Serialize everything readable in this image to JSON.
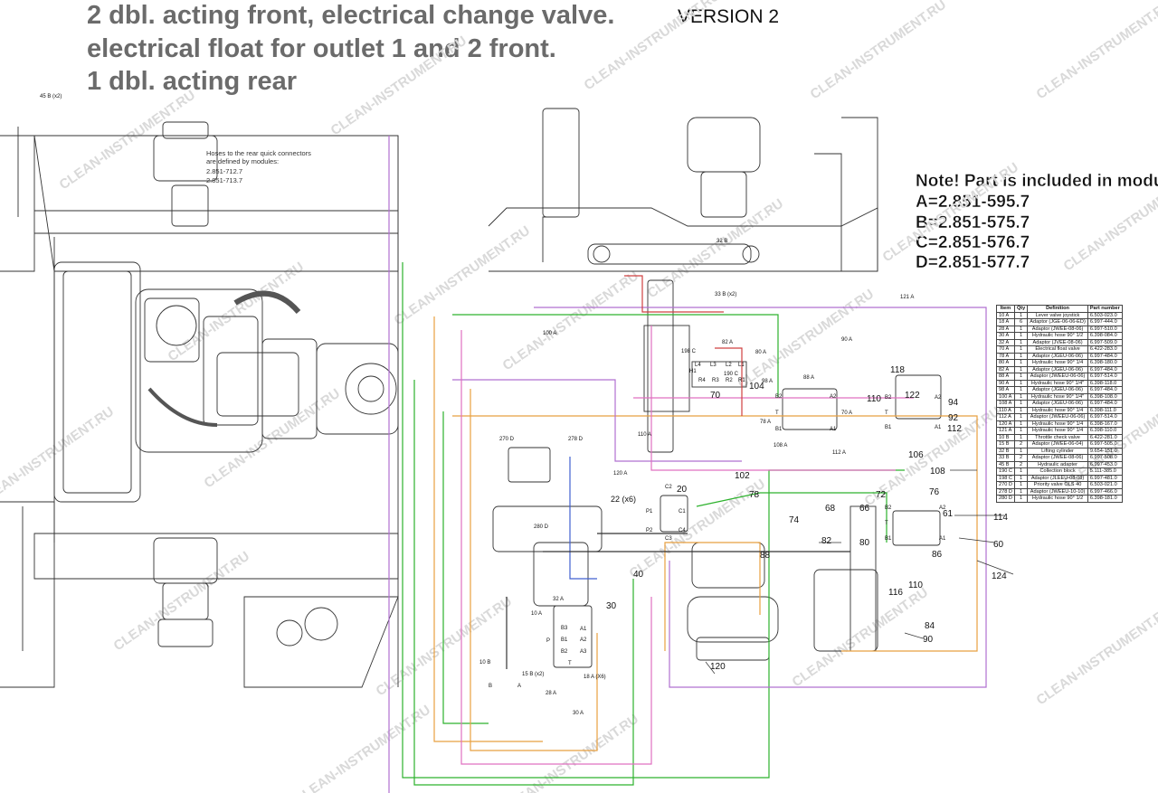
{
  "title": {
    "line1": "2 dbl. acting front, electrical change valve.",
    "line2": "electrical float for outlet 1 and 2 front.",
    "line3": "1 dbl. acting rear",
    "version": "VERSION 2"
  },
  "note": {
    "heading": "Note! Part is included in module:",
    "lines": [
      "A=2.851-595.7",
      "B=2.851-575.7",
      "C=2.851-576.7",
      "D=2.851-577.7"
    ]
  },
  "hose_note": {
    "lines": [
      "Hoses to the rear quick connectors",
      "are defined by modules:",
      "2.851-712.7",
      "2.851-713.7"
    ]
  },
  "watermark": "CLEAN-INSTRUMENT.RU",
  "colors": {
    "green": "#2db22d",
    "orange": "#e8a040",
    "purple": "#b070d0",
    "pink": "#e070c0",
    "blue": "#4060d0",
    "red": "#d04040",
    "line": "#333333",
    "title": "#6b6b6b",
    "watermark": "#d9d9d9"
  },
  "parts_table": {
    "headers": [
      "Item",
      "Qty",
      "Definition",
      "Part number"
    ],
    "rows": [
      [
        "10 A",
        "1",
        "Lever valve joystick",
        "6.503-023.0"
      ],
      [
        "18 A",
        "6",
        "Adaptor (JGE-06-06-ED)",
        "6.997-444.0"
      ],
      [
        "28 A",
        "1",
        "Adaptor (JWEE-08-06)",
        "6.997-510.0"
      ],
      [
        "30 A",
        "1",
        "Hydraulic hose 90° 1/2",
        "6.398-084.0"
      ],
      [
        "32 A",
        "1",
        "Adaptor (JVEE-08-06)",
        "6.997-509.0"
      ],
      [
        "70 A",
        "1",
        "Electrical float valve",
        "6.422-283.0"
      ],
      [
        "78 A",
        "1",
        "Adaptor (JGEU-06-06)",
        "6.997-484.0"
      ],
      [
        "80 A",
        "1",
        "Hydraulic hose 90° 1/4",
        "6.398-180.0"
      ],
      [
        "82 A",
        "1",
        "Adaptor (JGEU-06-06)",
        "6.997-484.0"
      ],
      [
        "88 A",
        "1",
        "Adaptor (JWEEU-06-06)",
        "6.997-514.0"
      ],
      [
        "90 A",
        "1",
        "Hydraulic hose 90° 1/4\"",
        "6.398-118.0"
      ],
      [
        "98 A",
        "1",
        "Adaptor (JGEU-06-06)",
        "6.997-484.0"
      ],
      [
        "100 A",
        "1",
        "Hydraulic hose 90° 1/4\"",
        "6.398-108.0"
      ],
      [
        "108 A",
        "1",
        "Adaptor (JGEU-06-06)",
        "6.997-484.0"
      ],
      [
        "110 A",
        "1",
        "Hydraulic hose 90° 1/4",
        "6.398-111.0"
      ],
      [
        "112 A",
        "1",
        "Adaptor (JWEEU-06-06)",
        "6.997-514.0"
      ],
      [
        "120 A",
        "1",
        "Hydraulic hose 90° 1/4",
        "6.398-167.0"
      ],
      [
        "121 A",
        "1",
        "Hydraulic hose 90° 1/4",
        "6.398-110.0"
      ],
      [
        "10 B",
        "1",
        "Throttle check valve",
        "6.422-281.0"
      ],
      [
        "15 B",
        "2",
        "Adaptor (JWEE-06-04)",
        "6.997-505.0"
      ],
      [
        "32 B",
        "1",
        "Lifting cylinder",
        "9.654-151.0"
      ],
      [
        "33 B",
        "2",
        "Adaptor (JWEE-08-06)",
        "6.997-508.0"
      ],
      [
        "45 B",
        "2",
        "Hydraulic adapter",
        "6.997-453.0"
      ],
      [
        "190 C",
        "1",
        "Collection block",
        "5.111-385.0"
      ],
      [
        "198 C",
        "1",
        "Adaptor (JLEEU-08-08)",
        "6.997-481.0"
      ],
      [
        "270 D",
        "1",
        "Priority valve OLS 40",
        "6.503-021.0"
      ],
      [
        "278 D",
        "1",
        "Adaptor (JWEEU-10-10)",
        "6.997-466.0"
      ],
      [
        "280 D",
        "1",
        "Hydraulic hose 90° 1/2",
        "6.398-181.0"
      ]
    ]
  },
  "callouts": [
    {
      "id": "c45b",
      "text": "45 B (x2)"
    },
    {
      "id": "c32b",
      "text": "32 B"
    },
    {
      "id": "c33b",
      "text": "33 B (x2)"
    },
    {
      "id": "c121a",
      "text": "121 A"
    },
    {
      "id": "c100a",
      "text": "100 A"
    },
    {
      "id": "c198c",
      "text": "198 C"
    },
    {
      "id": "c82a",
      "text": "82 A"
    },
    {
      "id": "c80a",
      "text": "80 A"
    },
    {
      "id": "c90a",
      "text": "90 A"
    },
    {
      "id": "c190c",
      "text": "190 C"
    },
    {
      "id": "c98a",
      "text": "98 A"
    },
    {
      "id": "c88a",
      "text": "88 A"
    },
    {
      "id": "c70",
      "text": "70"
    },
    {
      "id": "c104",
      "text": "104"
    },
    {
      "id": "c78a",
      "text": "78 A"
    },
    {
      "id": "c70a",
      "text": "70 A"
    },
    {
      "id": "c108a",
      "text": "108 A"
    },
    {
      "id": "c112a",
      "text": "112 A"
    },
    {
      "id": "c110a",
      "text": "110 A"
    },
    {
      "id": "c120a",
      "text": "120 A"
    },
    {
      "id": "c102",
      "text": "102"
    },
    {
      "id": "c270d",
      "text": "270 D"
    },
    {
      "id": "c278d",
      "text": "278 D"
    },
    {
      "id": "c280d",
      "text": "280 D"
    },
    {
      "id": "c22",
      "text": "22 (x6)"
    },
    {
      "id": "c20",
      "text": "20"
    },
    {
      "id": "c78",
      "text": "78"
    },
    {
      "id": "c74",
      "text": "74"
    },
    {
      "id": "c68",
      "text": "68"
    },
    {
      "id": "c66",
      "text": "66"
    },
    {
      "id": "c72",
      "text": "72"
    },
    {
      "id": "c76",
      "text": "76"
    },
    {
      "id": "c61",
      "text": "61"
    },
    {
      "id": "c114",
      "text": "114"
    },
    {
      "id": "c60",
      "text": "60"
    },
    {
      "id": "c124",
      "text": "124"
    },
    {
      "id": "c80",
      "text": "80"
    },
    {
      "id": "c82",
      "text": "82"
    },
    {
      "id": "c88",
      "text": "88"
    },
    {
      "id": "c86",
      "text": "86"
    },
    {
      "id": "c110",
      "text": "110"
    },
    {
      "id": "c110b",
      "text": "110"
    },
    {
      "id": "c116",
      "text": "116"
    },
    {
      "id": "c84",
      "text": "84"
    },
    {
      "id": "c90",
      "text": "90"
    },
    {
      "id": "c118",
      "text": "118"
    },
    {
      "id": "c122",
      "text": "122"
    },
    {
      "id": "c94",
      "text": "94"
    },
    {
      "id": "c92",
      "text": "92"
    },
    {
      "id": "c112",
      "text": "112"
    },
    {
      "id": "c106",
      "text": "106"
    },
    {
      "id": "c108",
      "text": "108"
    },
    {
      "id": "c40",
      "text": "40"
    },
    {
      "id": "c30",
      "text": "30"
    },
    {
      "id": "c32a",
      "text": "32 A"
    },
    {
      "id": "c10a",
      "text": "10 A"
    },
    {
      "id": "c10b",
      "text": "10 B"
    },
    {
      "id": "c15b",
      "text": "15 B (x2)"
    },
    {
      "id": "c18a",
      "text": "18 A (X6)"
    },
    {
      "id": "c28a",
      "text": "28 A"
    },
    {
      "id": "c30a",
      "text": "30 A"
    },
    {
      "id": "c120",
      "text": "120"
    }
  ],
  "port_labels": {
    "valve1": [
      "B2",
      "A2",
      "T",
      "B1",
      "A1"
    ],
    "valve2": [
      "B2",
      "A2",
      "T",
      "B1",
      "A1"
    ],
    "valve3": [
      "B2",
      "A2",
      "T",
      "B1",
      "A1"
    ],
    "collect": [
      "L4",
      "L3",
      "L2",
      "L1",
      "R4",
      "R3",
      "R2",
      "R1",
      "H1"
    ],
    "prio": [
      "P1",
      "P2",
      "C2",
      "C3",
      "C4",
      "C1"
    ],
    "joystick": [
      "A1",
      "B1",
      "A2",
      "B2",
      "A3",
      "B3",
      "P",
      "T"
    ],
    "throttle": [
      "B",
      "A"
    ]
  }
}
